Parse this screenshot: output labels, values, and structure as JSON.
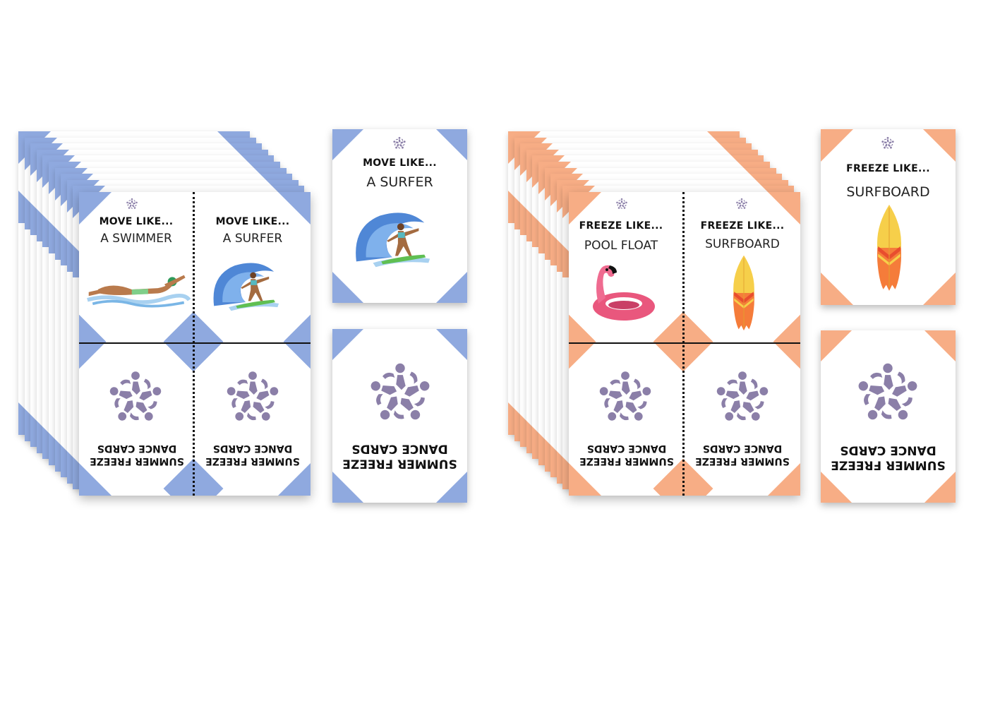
{
  "colors": {
    "blue": "#8fa9df",
    "orange": "#f7ad85",
    "logo": "#8b7fa8"
  },
  "icons": {
    "logo": "dancers-star-logo-icon",
    "swimmer": "swimmer-icon",
    "surfer": "surfer-on-wave-icon",
    "flamingo": "flamingo-pool-float-icon",
    "surfboard": "surfboard-icon"
  },
  "move_set": {
    "heading": "MOVE LIKE...",
    "sheet_cards": [
      {
        "heading": "MOVE LIKE...",
        "name": "A SWIMMER"
      },
      {
        "heading": "MOVE LIKE...",
        "name": "A SURFER"
      }
    ],
    "single_card": {
      "heading": "MOVE LIKE...",
      "name": "A SURFER"
    },
    "back": {
      "line1": "SUMMER FREEZE",
      "line2": "DANCE CARDS"
    }
  },
  "freeze_set": {
    "heading": "FREEZE LIKE...",
    "sheet_cards": [
      {
        "heading": "FREEZE LIKE...",
        "name": "POOL FLOAT"
      },
      {
        "heading": "FREEZE LIKE...",
        "name": "SURFBOARD"
      }
    ],
    "single_card": {
      "heading": "FREEZE LIKE...",
      "name": "SURFBOARD"
    },
    "back": {
      "line1": "SUMMER FREEZE",
      "line2": "DANCE CARDS"
    }
  }
}
